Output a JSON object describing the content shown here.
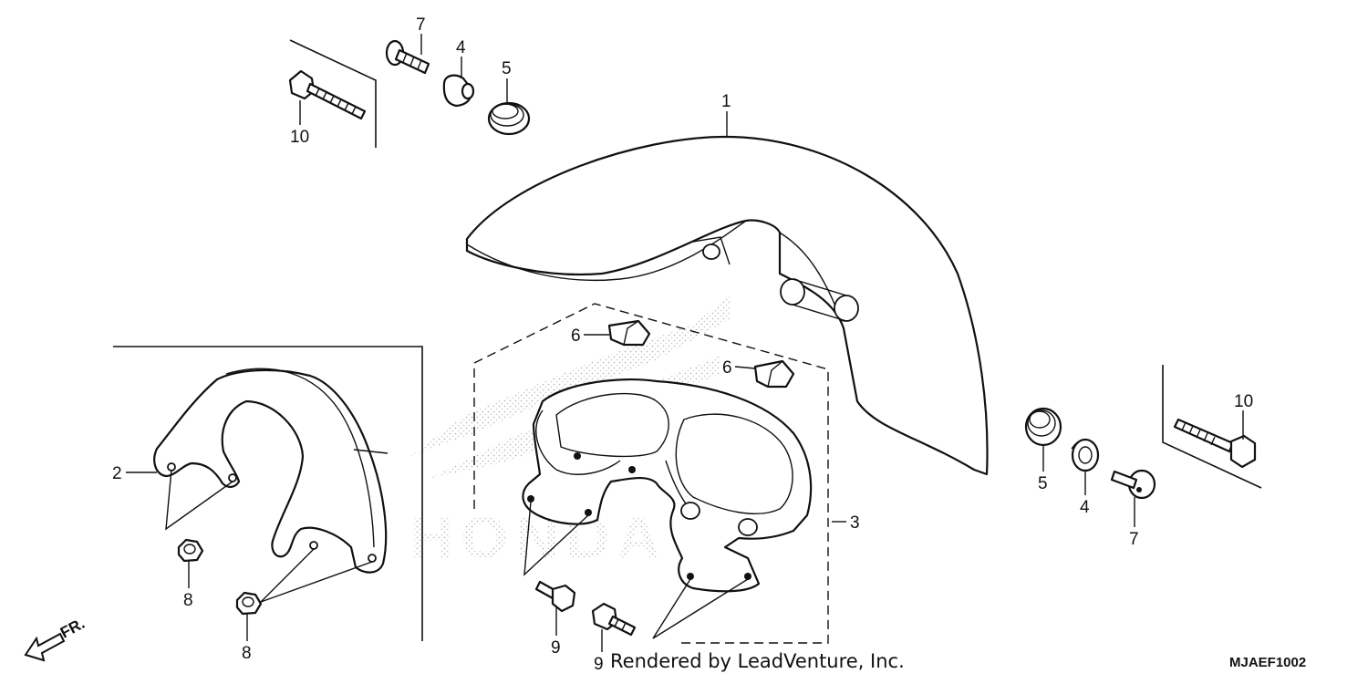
{
  "callouts": {
    "c1": "1",
    "c2": "2",
    "c3": "3",
    "c4_top": "4",
    "c4_right": "4",
    "c5_top": "5",
    "c5_right": "5",
    "c6_left": "6",
    "c6_right": "6",
    "c7_top": "7",
    "c7_right": "7",
    "c8_upper": "8",
    "c8_lower": "8",
    "c9_upper": "9",
    "c9_lower": "9",
    "c10_top": "10",
    "c10_right": "10"
  },
  "credit": "Rendered by LeadVenture, Inc.",
  "diagram_code": "MJAEF1002",
  "direction_label": "FR.",
  "watermark_brand": "HONDA"
}
